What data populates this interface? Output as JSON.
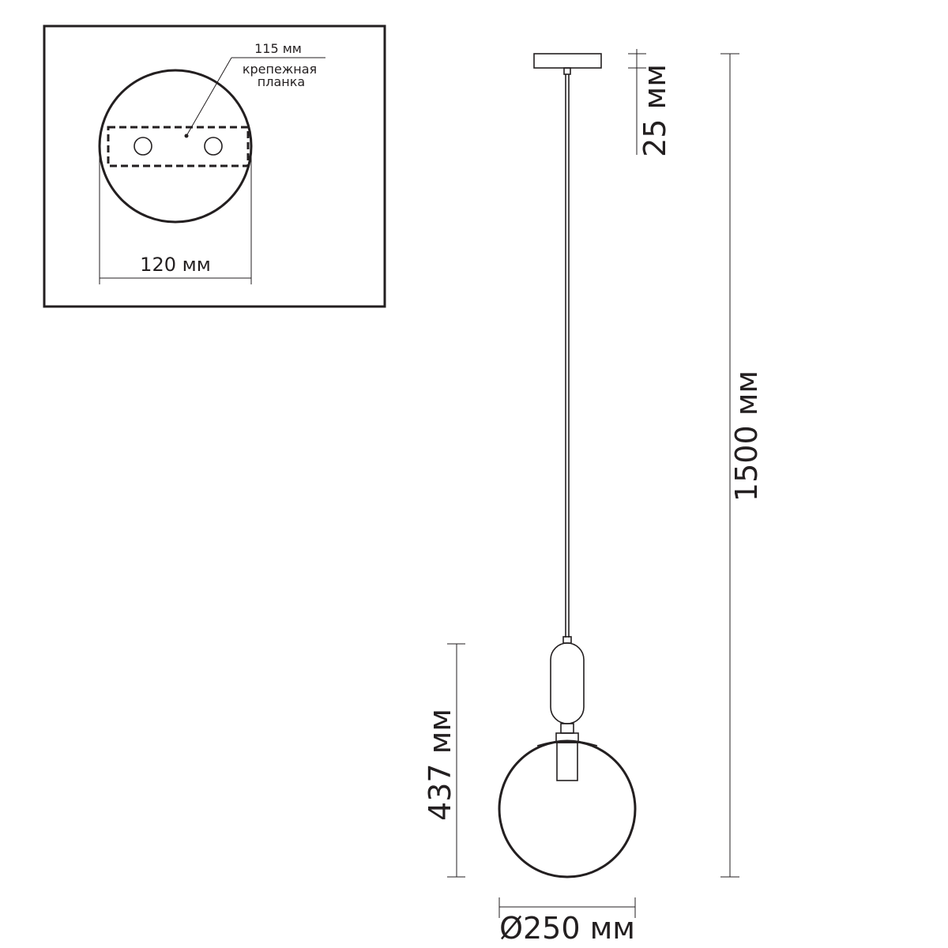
{
  "inset": {
    "plate_width_label": "115 мм",
    "plate_name_line1": "крепежная",
    "plate_name_line2": "планка",
    "canopy_diameter_label": "120 мм"
  },
  "main": {
    "canopy_height_label": "25 мм",
    "total_height_label": "1500 мм",
    "lamp_height_label": "437 мм",
    "globe_diameter_label": "Ø250 мм"
  },
  "colors": {
    "line": "#231f20",
    "background": "#ffffff"
  }
}
